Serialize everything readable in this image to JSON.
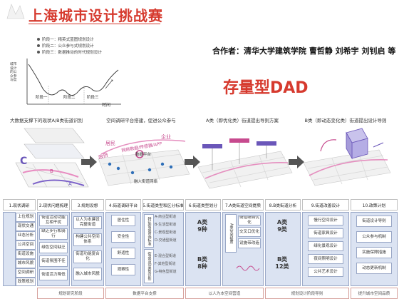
{
  "title": "上海城市设计挑战赛",
  "authors": "合作者：清华大学建筑学院 曹哲静 刘希宇 刘钊启 等",
  "dad_label": "存量型DAD",
  "legend": [
    "阶段一：精英式蓝图规划设计",
    "阶段二：公众参与式规划设计",
    "阶段三：数据推动的时代规划设计"
  ],
  "graph": {
    "ylabel": "城市设计的公众参与度",
    "xlabel": "时间",
    "stage1": "阶段一",
    "stage2": "阶段二",
    "stage3": "阶段三"
  },
  "stages": [
    {
      "title": "大数据支撑下的现状A/B类街道识别"
    },
    {
      "title": "空间调研平台搭建，促进公众参与",
      "tags": [
        "居民",
        "政府",
        "网络数据/传感器/APP",
        "企业",
        "数据平台",
        "融入街道网络"
      ]
    },
    {
      "title": "A类（即优化类）街道提出导则方案"
    },
    {
      "title": "B类（即动态变化类）街道提出设计导则"
    }
  ],
  "columns": [
    {
      "label": "1.现状调研"
    },
    {
      "label": "2.现状问题梳理"
    },
    {
      "label": "3.规划设想"
    },
    {
      "label": "4.街道调研平台"
    },
    {
      "label": "5.街道类型和区分标准"
    },
    {
      "label": "6.街道类型划分"
    },
    {
      "label": "7.A类街道空间提质"
    },
    {
      "label": "8.B类街道分析"
    },
    {
      "label": "9.街道改善设计"
    },
    {
      "label": "10.政策计划"
    }
  ],
  "col1": [
    "上位规划",
    "现状交通",
    "业态分析",
    "公共空间",
    "街道设施",
    "城市风貌",
    "空间调研",
    "政策规划"
  ],
  "col2": [
    "街道活动功能互相干扰",
    "缺乏步行和骑行",
    "绿色空间缺乏",
    "街道氛围不佳",
    "街道活力降低"
  ],
  "col3": [
    "以人为本建设完整街道",
    "构建公共空间体系",
    "街道功能复合化",
    "融入城市风貌"
  ],
  "col4": [
    "居住性",
    "安全性",
    "舒适性",
    "观察性"
  ],
  "col5_side": [
    "特征街道筛选标准",
    "街道活动类型识别"
  ],
  "col5_items": [
    "A-商业型街道",
    "B-生活型街道",
    "C-景观型街道",
    "D-交通型街道",
    "E-混合型街道",
    "F-其他型街道",
    "G-特色型街道"
  ],
  "col6": {
    "a_label": "A类",
    "a_count": "9种",
    "b_label": "B类",
    "b_count": "8种"
  },
  "col7": [
    "A类空间提质",
    "街道断面优化",
    "交叉口优化",
    "设施带改造"
  ],
  "col8": {
    "a_label": "A类",
    "a_count": "9类",
    "b_label": "B类",
    "b_count": "12类"
  },
  "col9": [
    "慢行空间设计",
    "街道家具设计",
    "绿化景观设计",
    "夜间照明设计",
    "公共艺术设计"
  ],
  "col10": [
    "街道设计导则",
    "公众参与机制",
    "实施保障措施",
    "动态更新机制"
  ],
  "footers": [
    "规划研究阶段",
    "数据平台支撑",
    "以人为本空间营造",
    "规划设计阶段导则",
    "提升城市空间品质"
  ],
  "colors": {
    "title_red": "#d63a2e",
    "panel_blue": "#dbe3f2",
    "arrow": "#555555"
  },
  "icons": [
    "logo-mark-icon",
    "arrow-right-icon"
  ]
}
